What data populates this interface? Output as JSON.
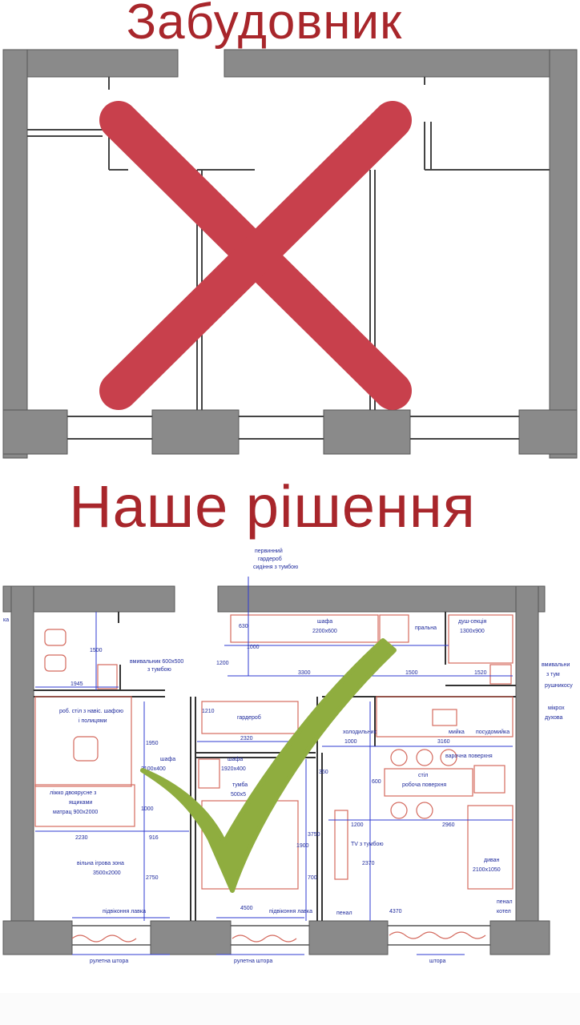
{
  "headings": {
    "developer": "Забудовник",
    "our_solution": "Наше рішення"
  },
  "marks": {
    "reject": "cross-mark",
    "approve": "check-mark"
  },
  "colors": {
    "heading": "#a8262b",
    "cross": "#c8404c",
    "check": "#8fad3f",
    "wall": "#8a8a8a",
    "dimension": "#2f3bd0",
    "furniture": "#d46a5e"
  },
  "plan_labels": {
    "wardrobe_primary_1": "первинний",
    "wardrobe_primary_2": "гардероб",
    "wardrobe_primary_3": "сидіння з тумбою",
    "wardrobe_main_1": "шафа",
    "wardrobe_main_2": "2200x600",
    "laundry": "пральна",
    "shower_1": "душ-секція",
    "shower_2": "1300x900",
    "sink_1": "вмивальник 600x500",
    "sink_2": "з тумбою",
    "desk_1": "роб. стіл з навіс. шафою",
    "desk_2": "і полицями",
    "closet": "гардероб",
    "fridge": "холодильник",
    "kitchen_sink": "мийка",
    "dishwasher": "посудомийка",
    "cooktop": "варочна поверхня",
    "table_1": "стіл",
    "table_2": "робоча поверхня",
    "cabinet_1": "шафа",
    "cabinet_2": "2100x400",
    "cabinet_3": "шафа",
    "cabinet_4": "1920x400",
    "bedside_1": "тумба",
    "bedside_2": "500x5",
    "bunk_1": "ліжко двоярусне з",
    "bunk_2": "ящиками",
    "bunk_3": "матрац 900x2000",
    "play_1": "вільна ігрова зона",
    "play_2": "3500x2000",
    "tv": "TV з тумбою",
    "sofa_1": "диван",
    "sofa_2": "2100x1050",
    "sill_1": "підвіконня лавка",
    "sill_2": "підвіконня лавка",
    "blind_1": "рулетна штора",
    "blind_2": "рулетна штора",
    "curtain": "штора",
    "pencil_1": "пенал",
    "pencil_2": "пенал",
    "pencil_3": "котел",
    "basin_r1": "вмивальни",
    "basin_r2": "з тум",
    "towel": "рушникосу",
    "micro_1": "мікрох",
    "micro_2": "духова",
    "ka": "ка"
  },
  "plan_dims": {
    "d630": "630",
    "d1000": "1000",
    "d1500a": "1500",
    "d1200a": "1200",
    "d3300": "3300",
    "d1500b": "1500",
    "d1520": "1520",
    "d1945": "1945",
    "d1210": "1210",
    "d2320": "2320",
    "d1950": "1950",
    "d1000b": "1000",
    "d3160": "3160",
    "d600": "600",
    "d2230": "2230",
    "d916": "916",
    "d1200b": "1200",
    "d2960": "2960",
    "d3750": "3750",
    "d1900": "1900",
    "d2750": "2750",
    "d700": "700",
    "d2370": "2370",
    "d4500": "4500",
    "d350": "350",
    "d4370": "4370",
    "d1000c": "1000"
  }
}
